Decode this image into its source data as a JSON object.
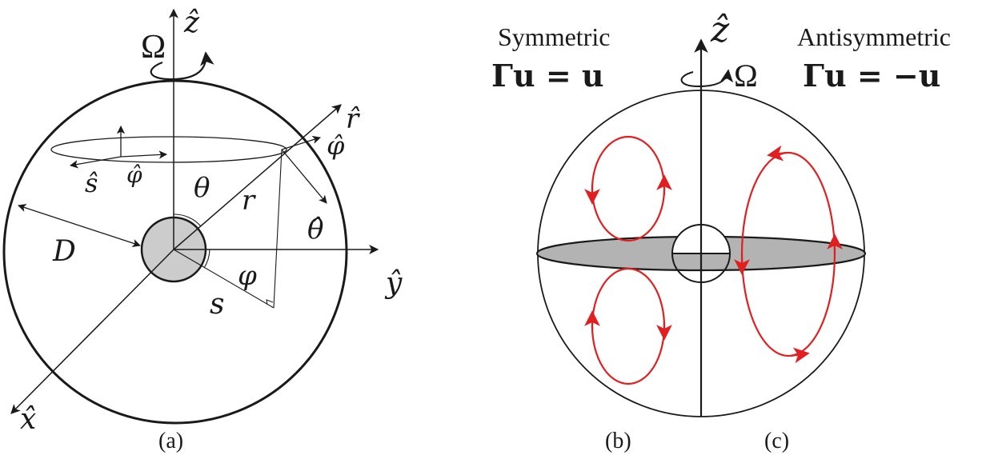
{
  "panel_a": {
    "caption": "(a)",
    "labels": {
      "omega": "Ω",
      "z_axis": "ẑ",
      "r_axis": "r̂",
      "phi_hat_right": "φ̂",
      "s_hat": "ŝ",
      "phi_hat_left": "φ̂",
      "theta": "θ",
      "r": "r",
      "theta_hat": "θ̂",
      "D": "D",
      "phi": "φ",
      "s": "s",
      "y_axis": "ŷ",
      "x_axis": "x̂"
    }
  },
  "panel_b": {
    "caption": "(b)",
    "title": "Symmetric",
    "relation": "Γu = u"
  },
  "panel_c": {
    "caption": "(c)",
    "title": "Antisymmetric",
    "relation": "Γu = −u"
  },
  "shared": {
    "z_axis": "ẑ",
    "omega": "Ω"
  },
  "colors": {
    "line": "#1a1a1a",
    "inner_core": "#cccccc",
    "equator_disk": "#b3b3b3",
    "flow": "#e02020"
  }
}
